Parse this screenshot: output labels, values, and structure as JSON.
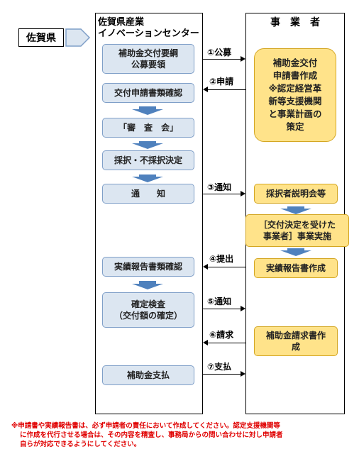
{
  "left_label": "佐賀県",
  "center_column": {
    "title_line1": "佐賀県産業",
    "title_line2": "イノベーションセンター",
    "boxes": [
      {
        "line1": "補助金交付要綱",
        "line2": "公募要領"
      },
      {
        "line1": "交付申請書類確認",
        "line2": ""
      },
      {
        "line1": "「審　査　会」",
        "line2": ""
      },
      {
        "line1": "採択・不採択決定",
        "line2": ""
      },
      {
        "line1": "通　　知",
        "line2": ""
      },
      {
        "line1": "実績報告書類確認",
        "line2": ""
      },
      {
        "line1": "確定検査",
        "line2": "（交付額の確定）"
      },
      {
        "line1": "補助金支払",
        "line2": ""
      }
    ]
  },
  "right_column": {
    "title": "事　業　者",
    "boxes": [
      {
        "lines": [
          "補助金交付",
          "申請書作成",
          "※認定経営革",
          "新等支援機関",
          "と事業計画の",
          "策定"
        ]
      },
      {
        "lines": [
          "採択者説明会等"
        ]
      },
      {
        "lines": [
          "［交付決定を受けた",
          "事業者］事業実施"
        ]
      },
      {
        "lines": [
          "実績報告書作成"
        ]
      },
      {
        "lines": [
          "補助金請求書作",
          "成"
        ]
      }
    ]
  },
  "arrows": [
    {
      "label": "①公募",
      "direction": "right"
    },
    {
      "label": "②申請",
      "direction": "left"
    },
    {
      "label": "③通知",
      "direction": "right"
    },
    {
      "label": "④提出",
      "direction": "left"
    },
    {
      "label": "⑤通知",
      "direction": "right"
    },
    {
      "label": "⑥請求",
      "direction": "left"
    },
    {
      "label": "⑦支払",
      "direction": "right"
    }
  ],
  "footnote": {
    "line1": "※申請書や実績報告書は、必ず申請者の責任において作成してください。認定支援機関等",
    "line2": "に作成を代行させる場合は、その内容を精査し、事務局からの問い合わせに対し申請者",
    "line3": "自らが対応できるようにしてください。"
  },
  "colors": {
    "blue_box_fill": "#dce6f1",
    "yellow_box_fill": "#ffe38a",
    "flow_arrow": "#4f81bd",
    "note_text": "#e00000"
  }
}
